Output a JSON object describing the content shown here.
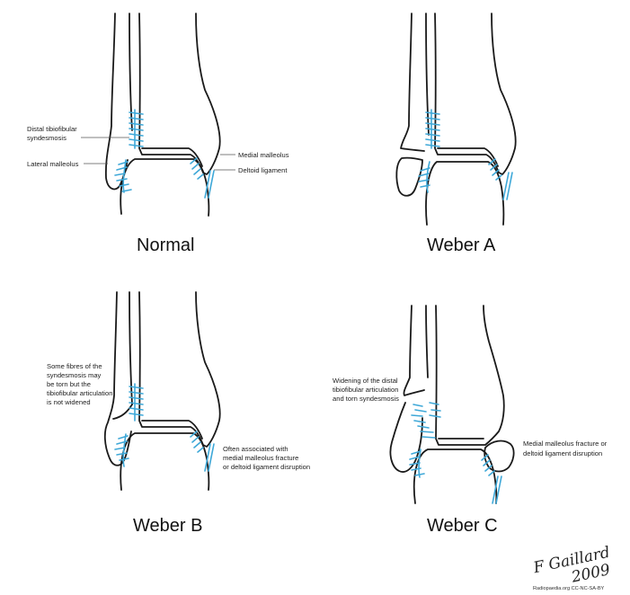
{
  "panels": {
    "normal": {
      "title": "Normal",
      "labels": {
        "syndesmosis_line1": "Distal tibiofibular",
        "syndesmosis_line2": "syndesmosis",
        "lateral_malleolus": "Lateral malleolus",
        "medial_malleolus": "Medial malleolus",
        "deltoid_ligament": "Deltoid ligament"
      }
    },
    "weber_a": {
      "title": "Weber A"
    },
    "weber_b": {
      "title": "Weber B",
      "note_left": [
        "Some fibres of the",
        "syndesmosis may",
        "be torn but the",
        "tibiofibular articulation",
        "is not widened"
      ],
      "note_right": [
        "Often associated with",
        "medial malleolus fracture",
        "or deltoid ligament disruption"
      ]
    },
    "weber_c": {
      "title": "Weber C",
      "note_left": [
        "Widening of the distal",
        "tibiofibular articulation",
        "and torn syndesmosis"
      ],
      "note_right": [
        "Medial malleolus fracture or",
        "deltoid ligament disruption"
      ]
    }
  },
  "signature": {
    "line1": "F Gaillard",
    "line2": "2009"
  },
  "credit": "Radiopaedia.org CC-NC-SA-BY",
  "colors": {
    "ligament": "#3ea8d8",
    "bone_outline": "#1a1a1a",
    "background": "#ffffff"
  }
}
